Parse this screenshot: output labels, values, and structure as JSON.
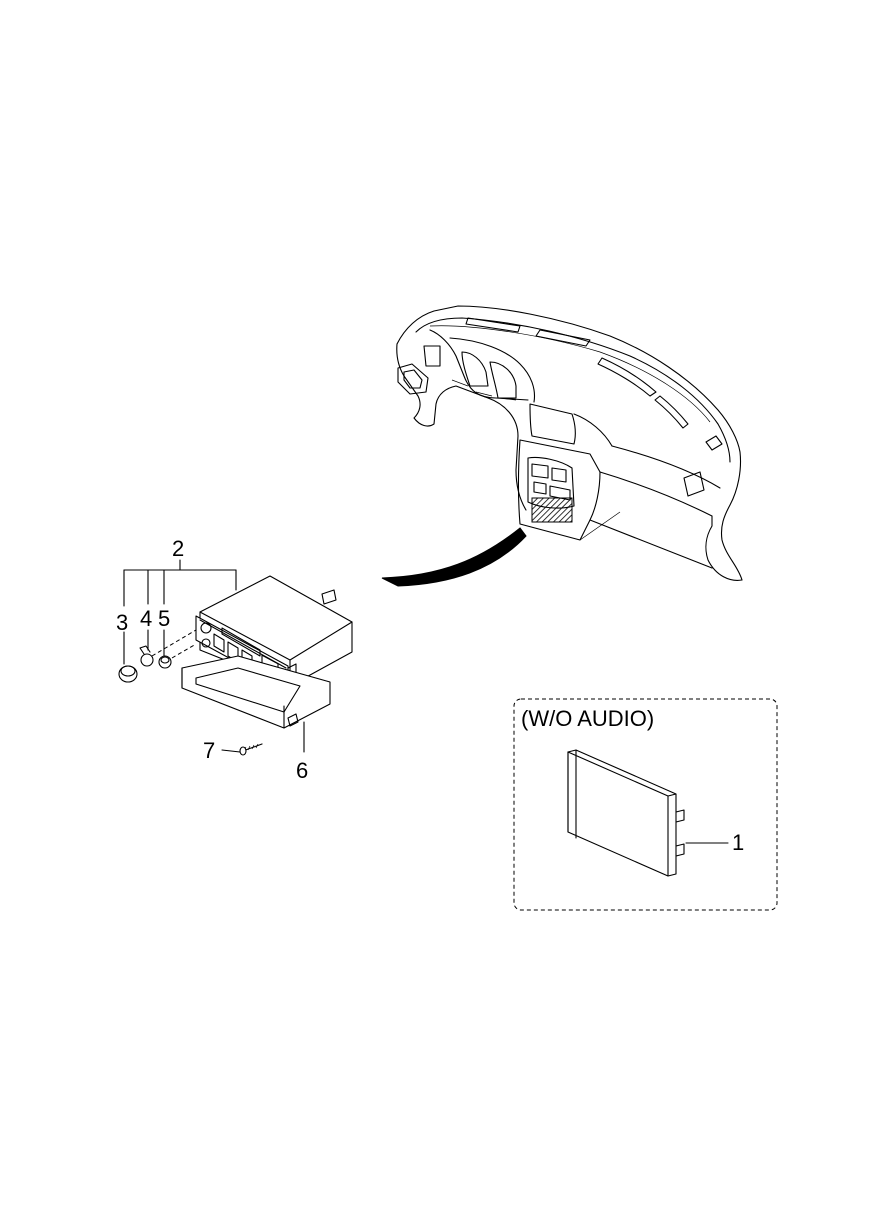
{
  "callouts": {
    "part_1": "1",
    "part_2": "2",
    "part_3": "3",
    "part_4": "4",
    "part_5": "5",
    "part_6": "6",
    "part_7": "7"
  },
  "variant_box": {
    "label": "(W/O AUDIO)"
  }
}
